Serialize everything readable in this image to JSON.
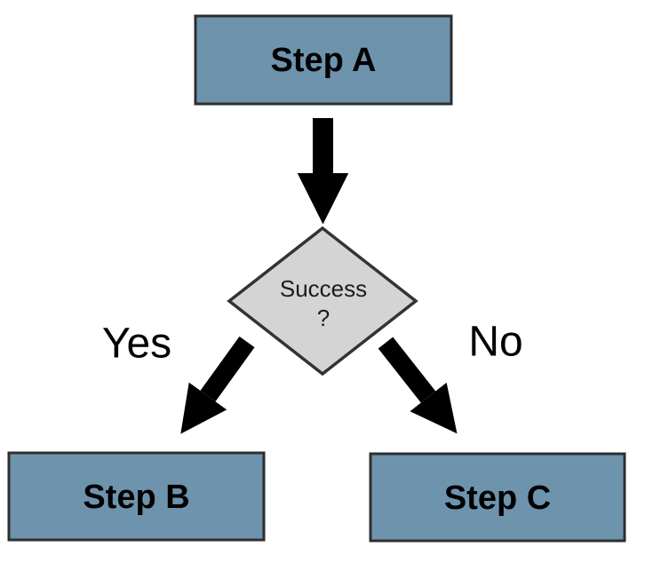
{
  "diagram": {
    "type": "flowchart",
    "nodes": {
      "step_a": {
        "label": "Step A",
        "shape": "rect"
      },
      "decision": {
        "line1": "Success",
        "line2": "?",
        "shape": "diamond"
      },
      "step_b": {
        "label": "Step B",
        "shape": "rect"
      },
      "step_c": {
        "label": "Step C",
        "shape": "rect"
      }
    },
    "edges": {
      "a_to_decision": {
        "label": ""
      },
      "decision_to_b": {
        "label": "Yes"
      },
      "decision_to_c": {
        "label": "No"
      }
    },
    "colors": {
      "background": "#ffffff",
      "process_fill": "#6e93ad",
      "process_border": "#2e2e2e",
      "decision_fill": "#d4d4d4",
      "decision_border": "#333333",
      "arrow": "#000000",
      "label_text": "#000000",
      "decision_text": "#1c1c1c"
    }
  }
}
